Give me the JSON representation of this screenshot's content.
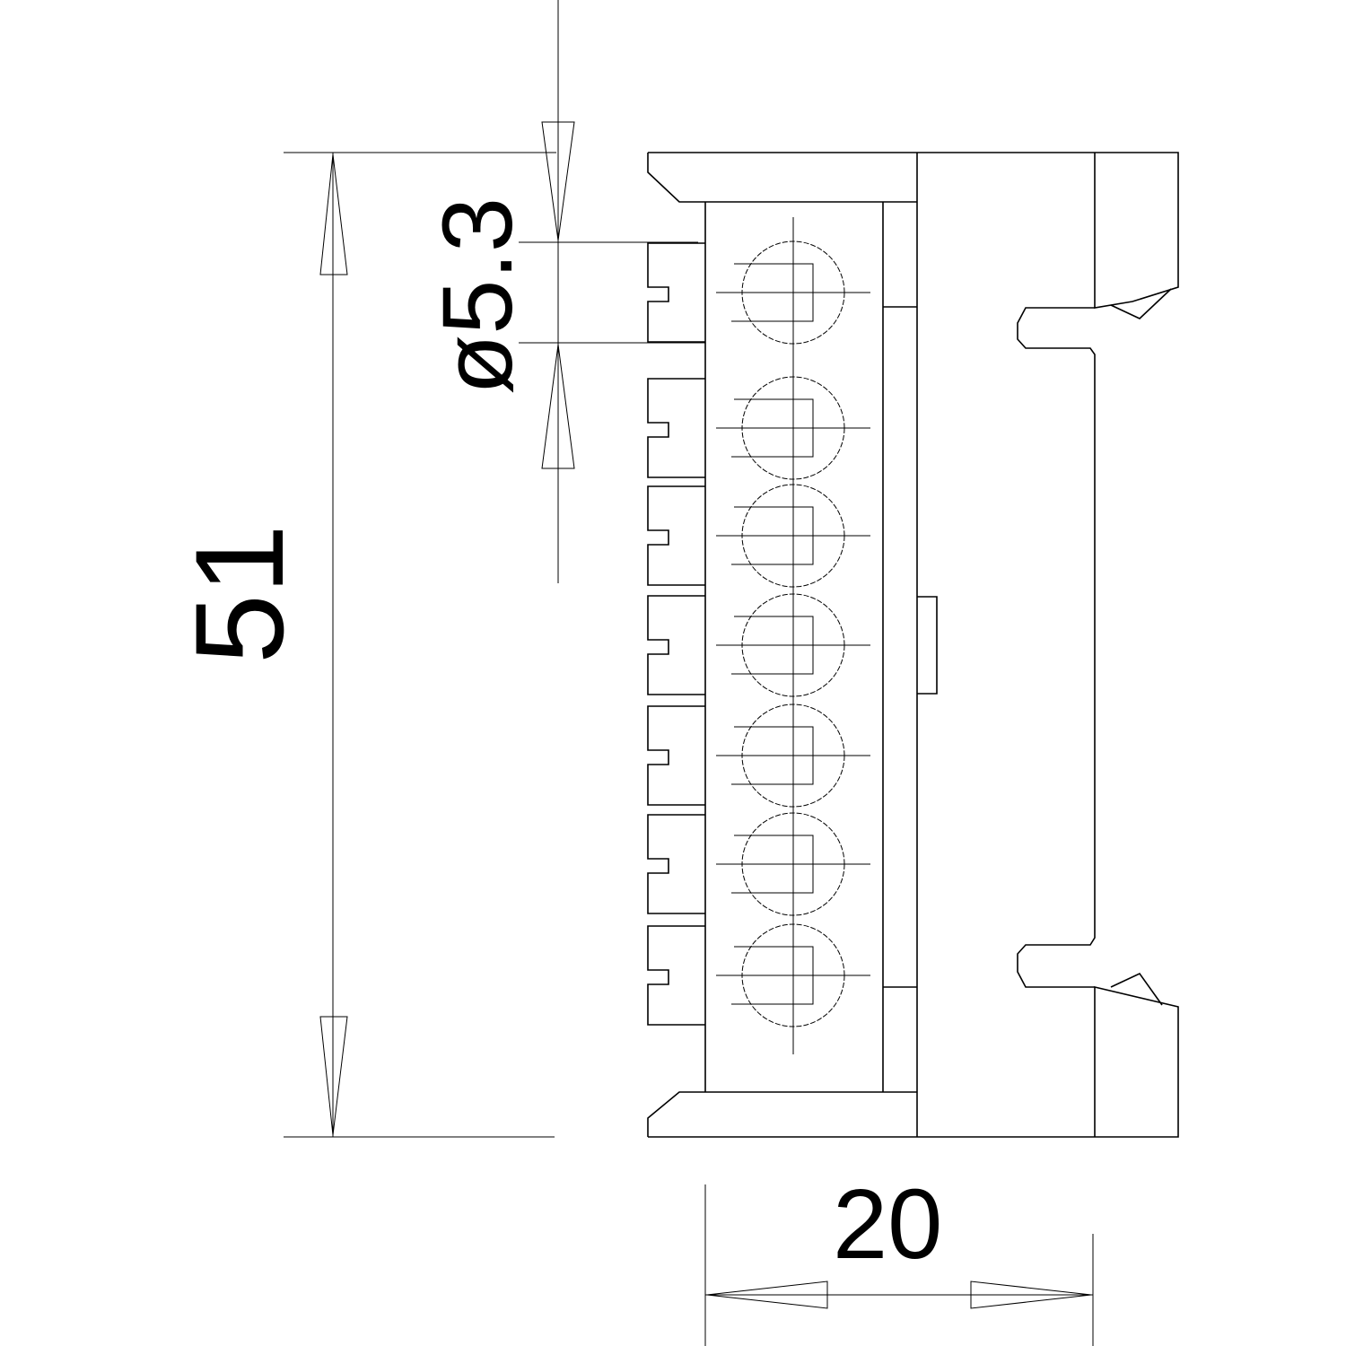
{
  "drawing": {
    "dimensions": {
      "height_label": "51",
      "hole_diameter_label": "ø5.3",
      "width_label": "20"
    },
    "terminal_count": 7,
    "colors": {
      "line": "#000000",
      "background": "#ffffff"
    }
  }
}
